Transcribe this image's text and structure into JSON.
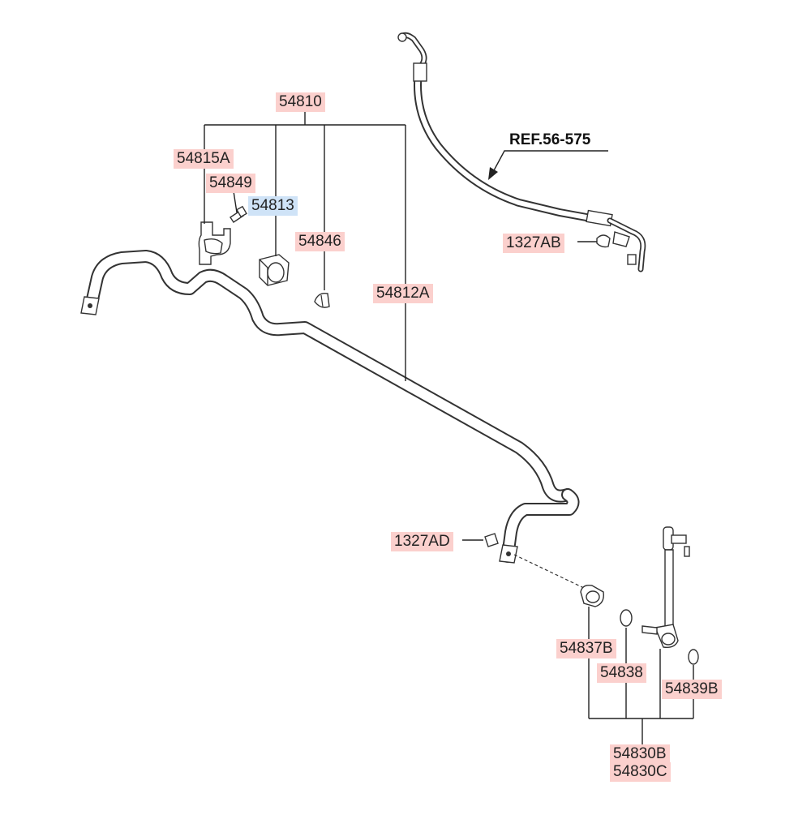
{
  "diagram": {
    "ref_label": "REF.56-575",
    "part_labels": {
      "p54810": "54810",
      "p54815A": "54815A",
      "p54849": "54849",
      "p54813": "54813",
      "p54846": "54846",
      "p54812A": "54812A",
      "p1327AB": "1327AB",
      "p1327AD": "1327AD",
      "p54837B": "54837B",
      "p54838": "54838",
      "p54839B": "54839B",
      "p54830B": "54830B",
      "p54830C": "54830C"
    },
    "highlight_colors": {
      "default": "#fbd0cd",
      "selected": "#cfe3f7"
    }
  }
}
